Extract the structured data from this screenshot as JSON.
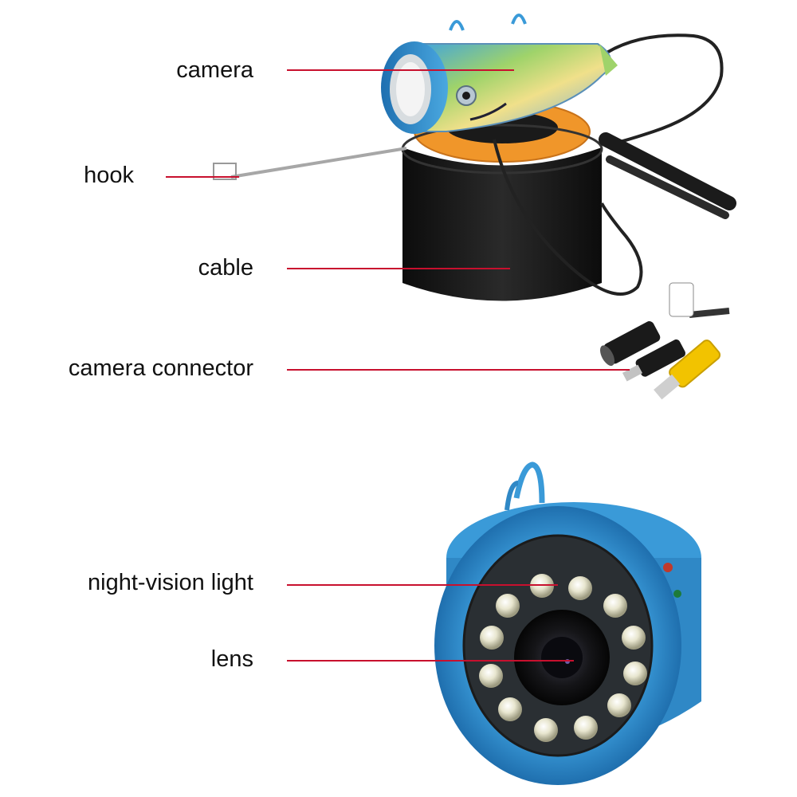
{
  "labels": {
    "camera": "camera",
    "hook": "hook",
    "cable": "cable",
    "camera_connector": "camera connector",
    "night_vision_light": "night-vision light",
    "lens": "lens"
  },
  "colors": {
    "leader_line": "#c8102e",
    "housing_blue": "#2a86c4",
    "sleeve_black": "#1a1a1a",
    "reel_orange": "#f0962a",
    "rca_yellow": "#f2c300"
  }
}
